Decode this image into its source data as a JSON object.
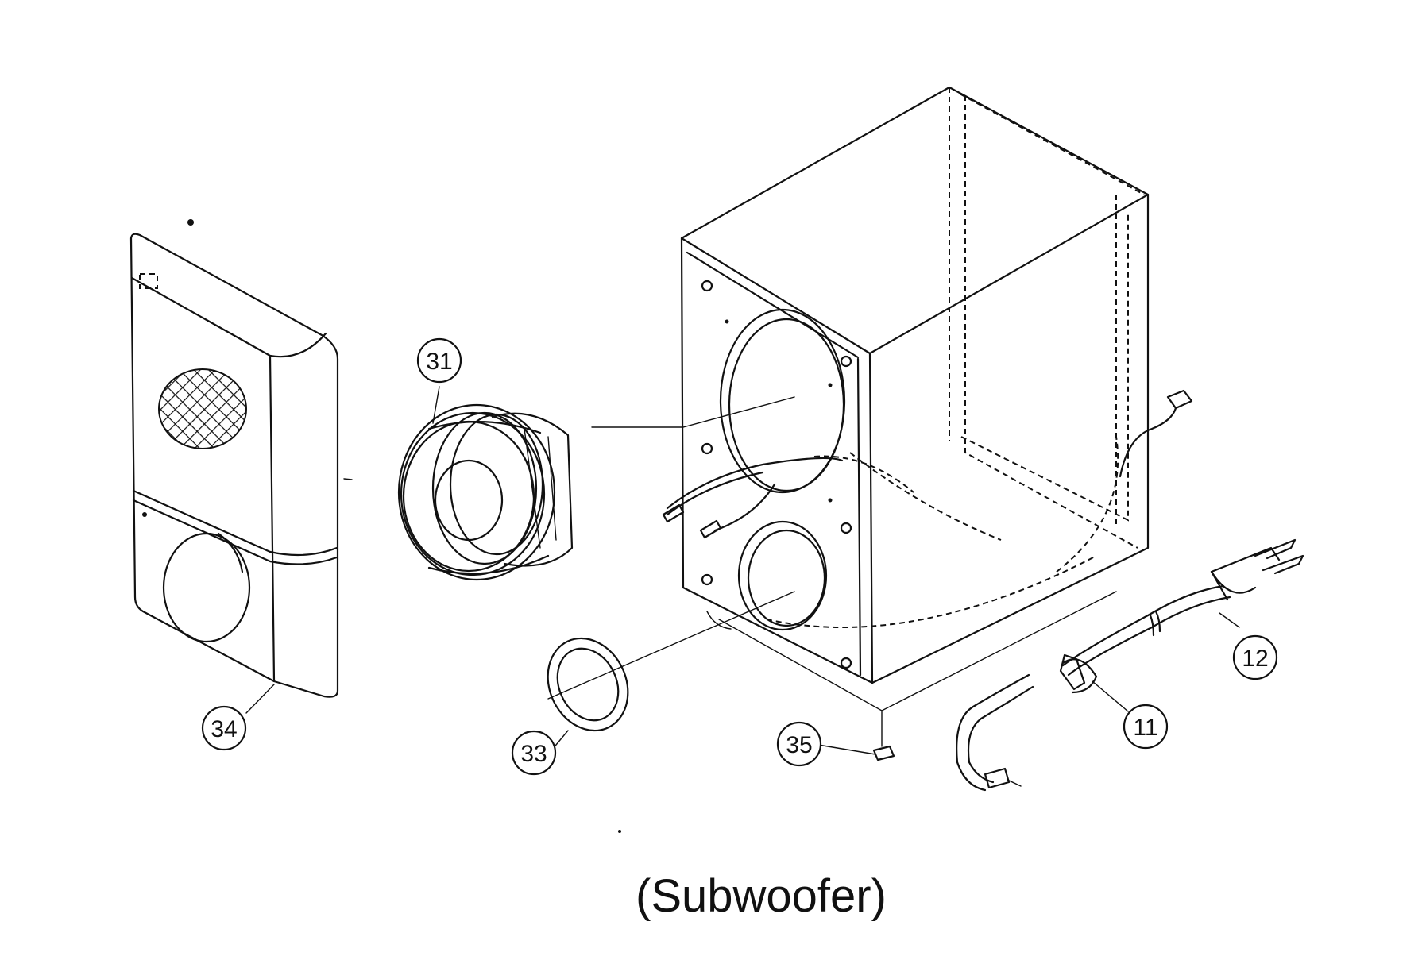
{
  "caption": "(Subwoofer)",
  "callouts": {
    "c31": "31",
    "c34": "34",
    "c33": "33",
    "c35": "35",
    "c12": "12",
    "c11": "11"
  }
}
